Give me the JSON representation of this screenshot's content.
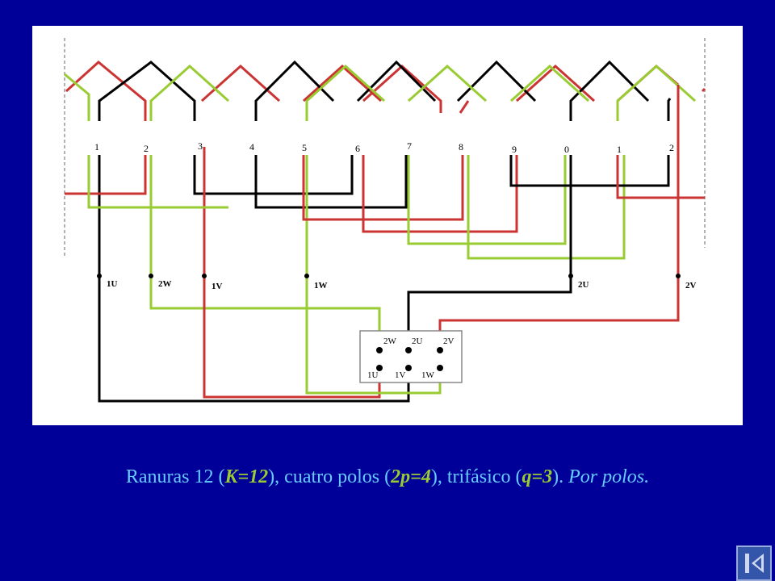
{
  "diagram": {
    "slot_labels": [
      "1",
      "2",
      "3",
      "4",
      "5",
      "6",
      "7",
      "8",
      "9",
      "0",
      "1",
      "2"
    ],
    "terminals": [
      "1U",
      "2W",
      "1V",
      "1W",
      "2U",
      "2V"
    ],
    "terminal_box": {
      "top_row": [
        "2W",
        "2U",
        "2V"
      ],
      "bottom_row": [
        "1U",
        "1V",
        "1W"
      ]
    },
    "colors": {
      "phase_u": "#000000",
      "phase_v": "#cc3333",
      "phase_w": "#99cc33"
    }
  },
  "caption": {
    "p1": "Ranuras 12 (",
    "k": "K=12",
    "p2": "), cuatro polos (",
    "p": "2p=4",
    "p3": "), trifásico (",
    "q": "q=3",
    "p4": "). ",
    "tail": "Por polos."
  },
  "nav": {
    "icon": "end-navigation-icon"
  }
}
